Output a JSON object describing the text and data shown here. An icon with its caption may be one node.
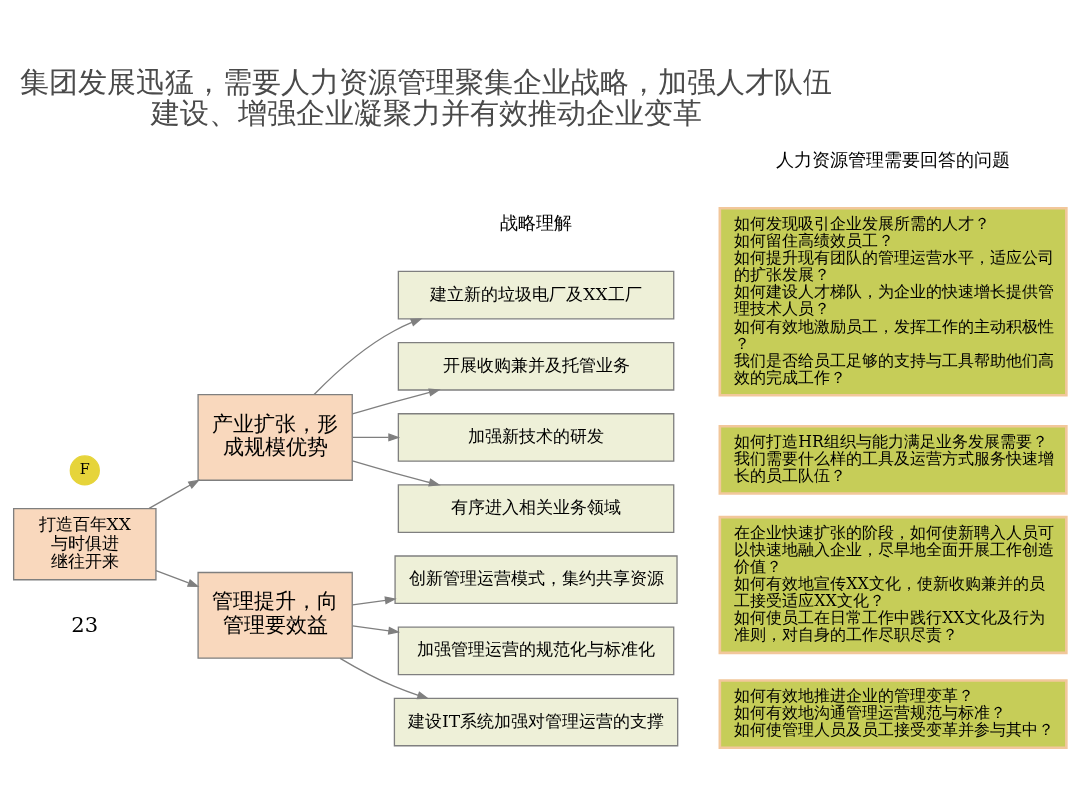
{
  "diagram": {
    "title": "集团发展迅猛，需要人力资源管理聚集企业战略，加强人才队伍建设、增强企业凝聚力并有效推动企业变革",
    "nodes": [
      {
        "text": [
          "打造百年XX",
          "与时俱进",
          "继往开来"
        ]
      },
      {
        "text": [
          "产业扩张，形成规模优势"
        ]
      },
      {
        "text": [
          "管理提升，向管理要效益"
        ]
      },
      {
        "text": [
          "建立新的垃圾电厂及XX工厂"
        ]
      },
      {
        "text": [
          "开展收购兼并及托管业务"
        ]
      },
      {
        "text": [
          "加强新技术的研发"
        ]
      },
      {
        "text": [
          "有序进入相关业务领域"
        ]
      },
      {
        "text": [
          "创新管理运营模式，集约共享资源"
        ]
      },
      {
        "text": [
          "加强管理运营的规范化与标准化"
        ]
      },
      {
        "text": [
          "建设IT系统加强对管理运营的支撑"
        ]
      },
      {
        "text": [
          "如何发现吸引企业发展所需的人才？",
          "如何留住高绩效员工？",
          "如何提升现有团队的管理运营水平，适应公司的扩张发展？",
          "如何建设人才梯队，为企业的快速增长提供管理技术人员？",
          "如何有效地激励员工，发挥工作的主动积极性？",
          "我们是否给员工足够的支持与工具帮助他们高效的完成工作？"
        ]
      },
      {
        "text": [
          "如何打造HR组织与能力满足业务发展需要？",
          "我们需要什么样的工具及运营方式服务快速增长的员工队伍？"
        ]
      },
      {
        "text": [
          "在企业快速扩张的阶段，如何使新聘入人员可以快速地融入企业，尽早地全面开展工作创造价值？",
          "如何有效地宣传XX文化，使新收购兼并的员工接受适应XX文化？",
          "如何使员工在日常工作中践行XX文化及行为准则，对自身的工作尽职尽责？"
        ]
      },
      {
        "text": [
          "如何有效地推进企业的管理变革？",
          "如何有效地沟通管理运营规范与标准？",
          "如何使管理人员及员工接受变革并参与其中？"
        ]
      }
    ],
    "edges": [
      {
        "from": 0,
        "to": 1,
        "arrow": "to"
      },
      {
        "from": 0,
        "to": 2,
        "arrow": "to"
      },
      {
        "from": 1,
        "to": 3,
        "arrow": "to"
      },
      {
        "from": 1,
        "to": 4,
        "arrow": "to"
      },
      {
        "from": 1,
        "to": 5,
        "arrow": "to"
      },
      {
        "from": 1,
        "to": 6,
        "arrow": "to"
      },
      {
        "from": 2,
        "to": 7,
        "arrow": "to"
      },
      {
        "from": 2,
        "to": 8,
        "arrow": "to"
      },
      {
        "from": 2,
        "to": 9,
        "arrow": "to"
      }
    ],
    "labels": [
      "F",
      "战略理解",
      "人力资源管理需要回答的问题",
      "23"
    ]
  }
}
